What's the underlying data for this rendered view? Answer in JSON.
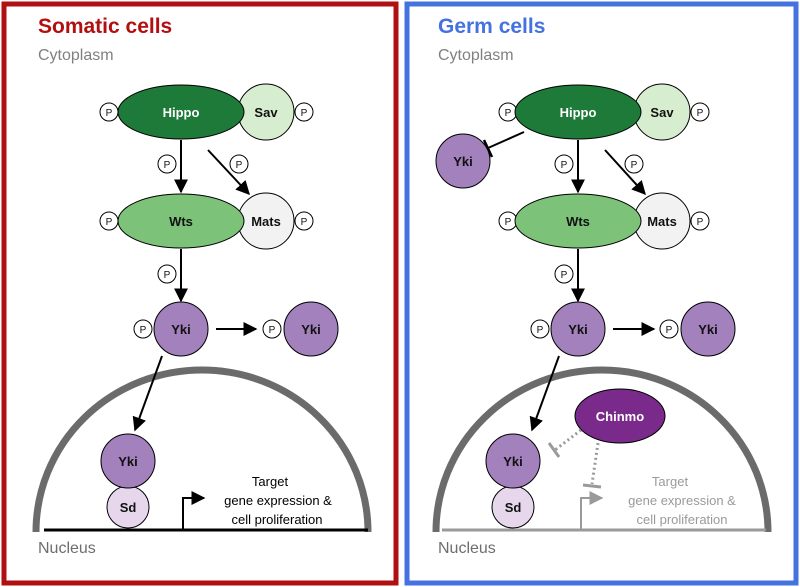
{
  "panels": {
    "somatic": {
      "title": "Somatic cells",
      "cytoplasm": "Cytoplasm",
      "nucleus": "Nucleus",
      "target": [
        "Target",
        "gene expression &",
        "cell proliferation"
      ]
    },
    "germ": {
      "title": "Germ cells",
      "cytoplasm": "Cytoplasm",
      "nucleus": "Nucleus",
      "target": [
        "Target",
        "gene expression &",
        "cell proliferation"
      ]
    }
  },
  "nodes": {
    "hippo": "Hippo",
    "sav": "Sav",
    "wts": "Wts",
    "mats": "Mats",
    "yki": "Yki",
    "sd": "Sd",
    "chinmo": "Chinmo",
    "phospho": "P"
  },
  "colors": {
    "somatic_border": "#b20f10",
    "germ_border": "#4472e0",
    "hippo": "#1e7a38",
    "sav": "#d6eecf",
    "wts": "#7dc279",
    "mats": "#f2f2f2",
    "yki": "#a381bc",
    "sd": "#e6d7ec",
    "chinmo": "#7a2a8a",
    "inactive_gray": "#9a9a9a"
  }
}
